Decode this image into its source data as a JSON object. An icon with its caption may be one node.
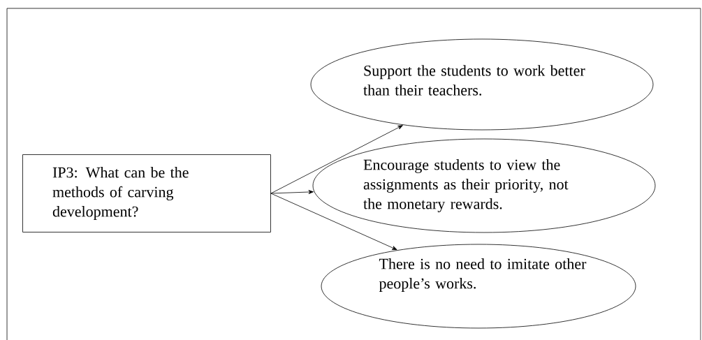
{
  "diagram": {
    "nodes": [
      {
        "text": [
          "IP3: What can be the methods of carving development?"
        ]
      },
      {
        "text": [
          "Support the students to work better than their teachers."
        ]
      },
      {
        "text": [
          "Encourage students to view the assignments as their priority, not the monetary rewards."
        ]
      },
      {
        "text": [
          "There is no need to imitate other people’s works."
        ]
      }
    ],
    "edges": [
      {
        "from": 0,
        "to": 1,
        "arrow": "to"
      },
      {
        "from": 0,
        "to": 2,
        "arrow": "to"
      },
      {
        "from": 0,
        "to": 3,
        "arrow": "to"
      }
    ]
  }
}
